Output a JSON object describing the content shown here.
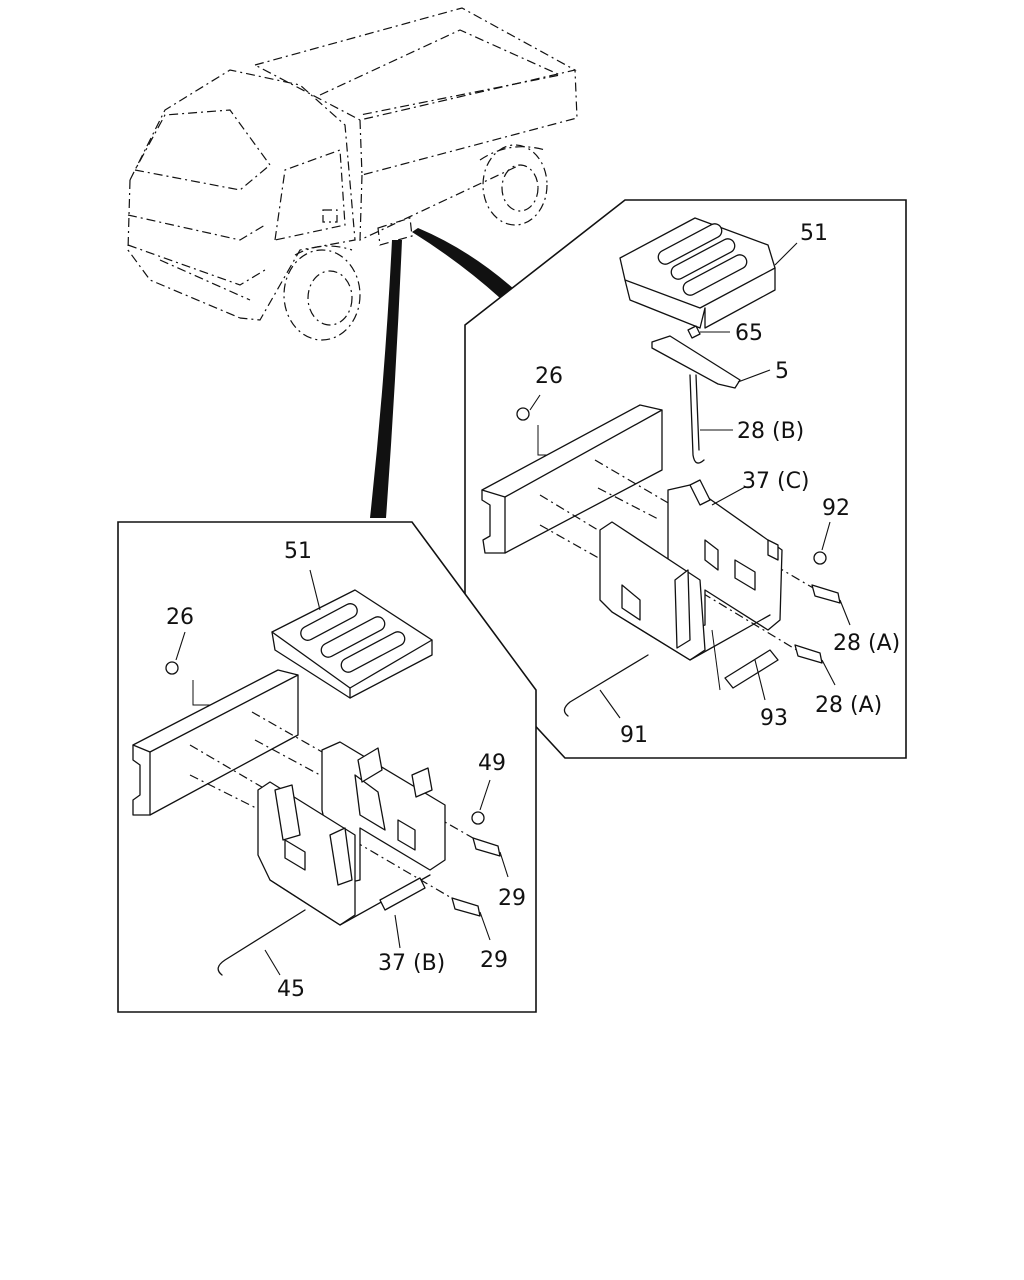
{
  "labels": {
    "right_51": "51",
    "right_65": "65",
    "right_5": "5",
    "right_26": "26",
    "right_28b": "28 (B)",
    "right_37c": "37 (C)",
    "right_92": "92",
    "right_28a_1": "28 (A)",
    "right_28a_2": "28 (A)",
    "right_91": "91",
    "right_93": "93",
    "left_51": "51",
    "left_26": "26",
    "left_49": "49",
    "left_29_1": "29",
    "left_29_2": "29",
    "left_37b": "37 (B)",
    "left_45": "45"
  }
}
